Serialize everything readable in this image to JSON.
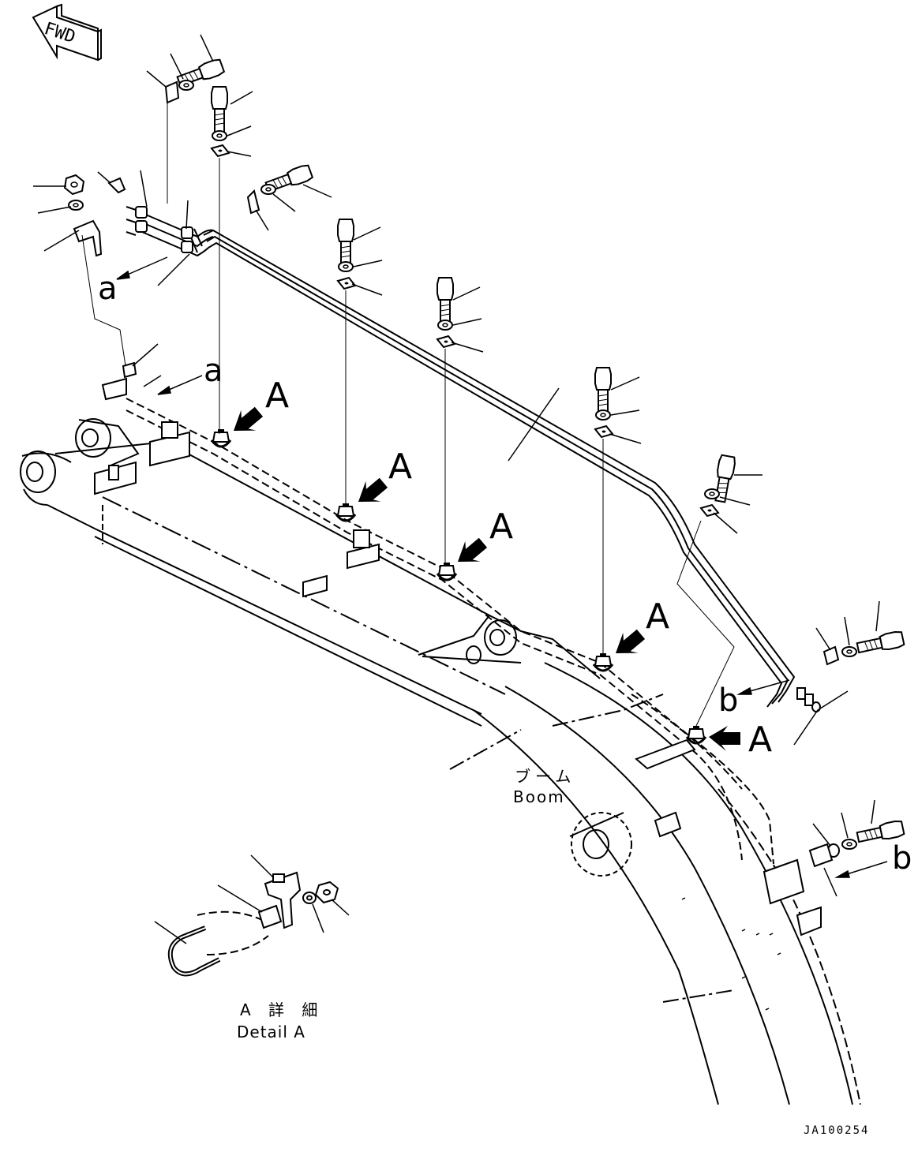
{
  "diagram": {
    "fwd_label": "FWD",
    "callout_detail": "A",
    "callout_connection_a": "a",
    "callout_connection_b": "b",
    "boom_label_jp": "ブーム",
    "boom_label_en": "Boom",
    "detail_label_jp": "A 詳 細",
    "detail_label_en": "Detail A",
    "document_id": "JA100254"
  },
  "colors": {
    "line": "#000000",
    "background": "#ffffff"
  }
}
